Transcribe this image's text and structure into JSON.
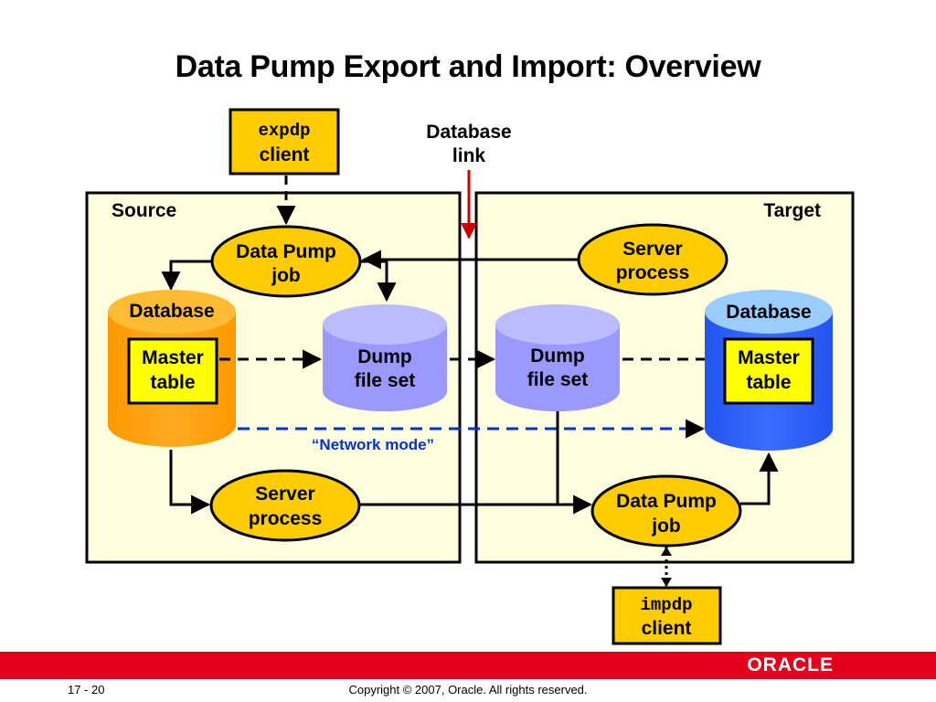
{
  "title": "Data Pump Export and Import: Overview",
  "expdp": {
    "cmd": "expdp",
    "label": "client"
  },
  "impdp": {
    "cmd": "impdp",
    "label": "client"
  },
  "db_link": {
    "line1": "Database",
    "line2": "link"
  },
  "source": {
    "label": "Source",
    "job": {
      "line1": "Data Pump",
      "line2": "job"
    },
    "database": {
      "label": "Database",
      "master1": "Master",
      "master2": "table"
    },
    "dump": {
      "line1": "Dump",
      "line2": "file set"
    },
    "server": {
      "line1": "Server",
      "line2": "process"
    }
  },
  "target": {
    "label": "Target",
    "server": {
      "line1": "Server",
      "line2": "process"
    },
    "database": {
      "label": "Database",
      "master1": "Master",
      "master2": "table"
    },
    "dump": {
      "line1": "Dump",
      "line2": "file set"
    },
    "job": {
      "line1": "Data Pump",
      "line2": "job"
    }
  },
  "network_mode": "“Network mode”",
  "footer": {
    "slide_number": "17 - 20",
    "copyright": "Copyright © 2007, Oracle. All rights reserved.",
    "logo": "ORACLE"
  },
  "colors": {
    "panel_bg": "#ffffe0",
    "ellipse_fill": "#ffcc00",
    "source_db": "#ff9900",
    "target_db": "#3366ff",
    "dump_fill": "#9999ff",
    "network_line": "#0033cc",
    "db_link_arrow": "#cc0000",
    "oracle_red": "#e2001a"
  }
}
